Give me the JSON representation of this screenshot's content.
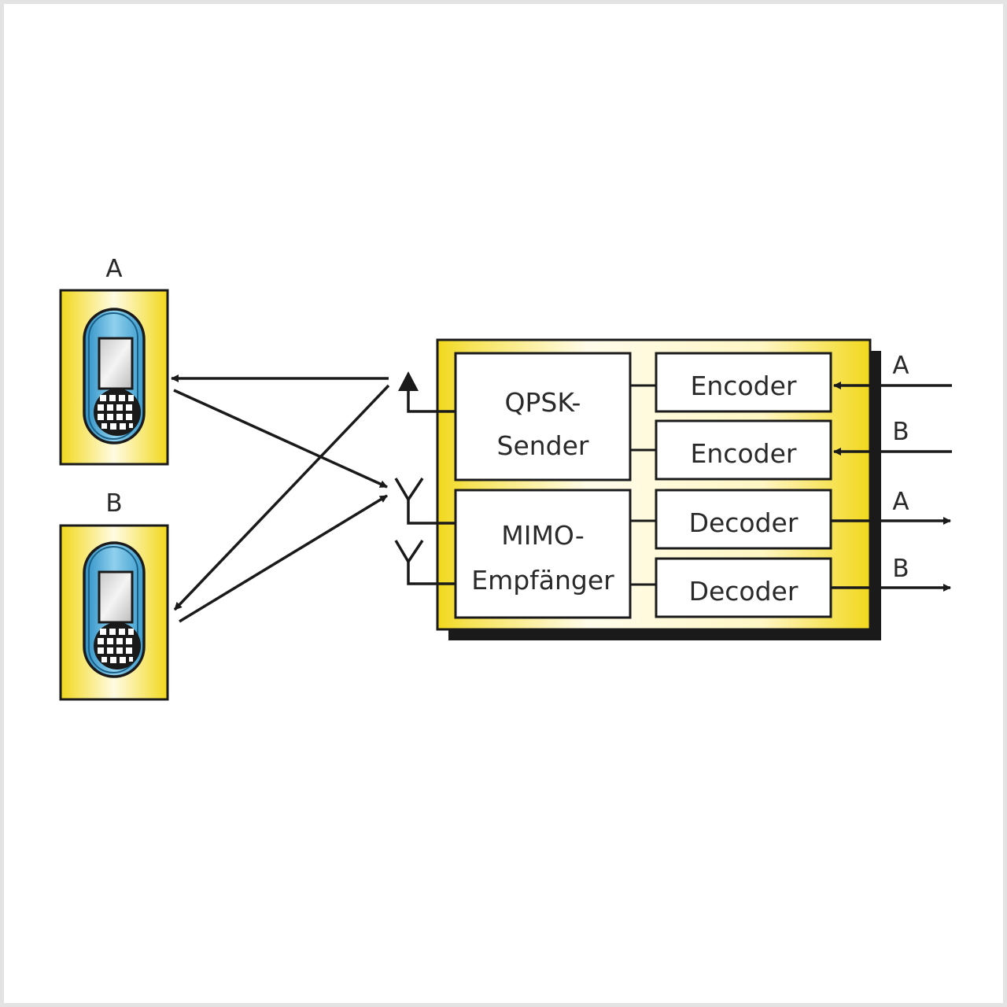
{
  "diagram": {
    "title": "MIMO transceiver with two mobile phones",
    "phones": [
      {
        "label": "A"
      },
      {
        "label": "B"
      }
    ],
    "blocks": {
      "qpsk_sender": {
        "line1": "QPSK-",
        "line2": "Sender"
      },
      "mimo_receiver": {
        "line1": "MIMO-",
        "line2": "Empfänger"
      },
      "encoders": [
        {
          "label": "Encoder"
        },
        {
          "label": "Encoder"
        }
      ],
      "decoders": [
        {
          "label": "Decoder"
        },
        {
          "label": "Decoder"
        }
      ]
    },
    "inputs": [
      {
        "label": "A"
      },
      {
        "label": "B"
      }
    ],
    "outputs": [
      {
        "label": "A"
      },
      {
        "label": "B"
      }
    ],
    "colors": {
      "yellow": "#f2d81c",
      "yellow_light": "#fdf7c8",
      "phone_blue": "#5fb8e0",
      "phone_blue_light": "#a8dcf2",
      "stroke": "#1a1a1a",
      "frame": "#e3e3e3"
    }
  }
}
